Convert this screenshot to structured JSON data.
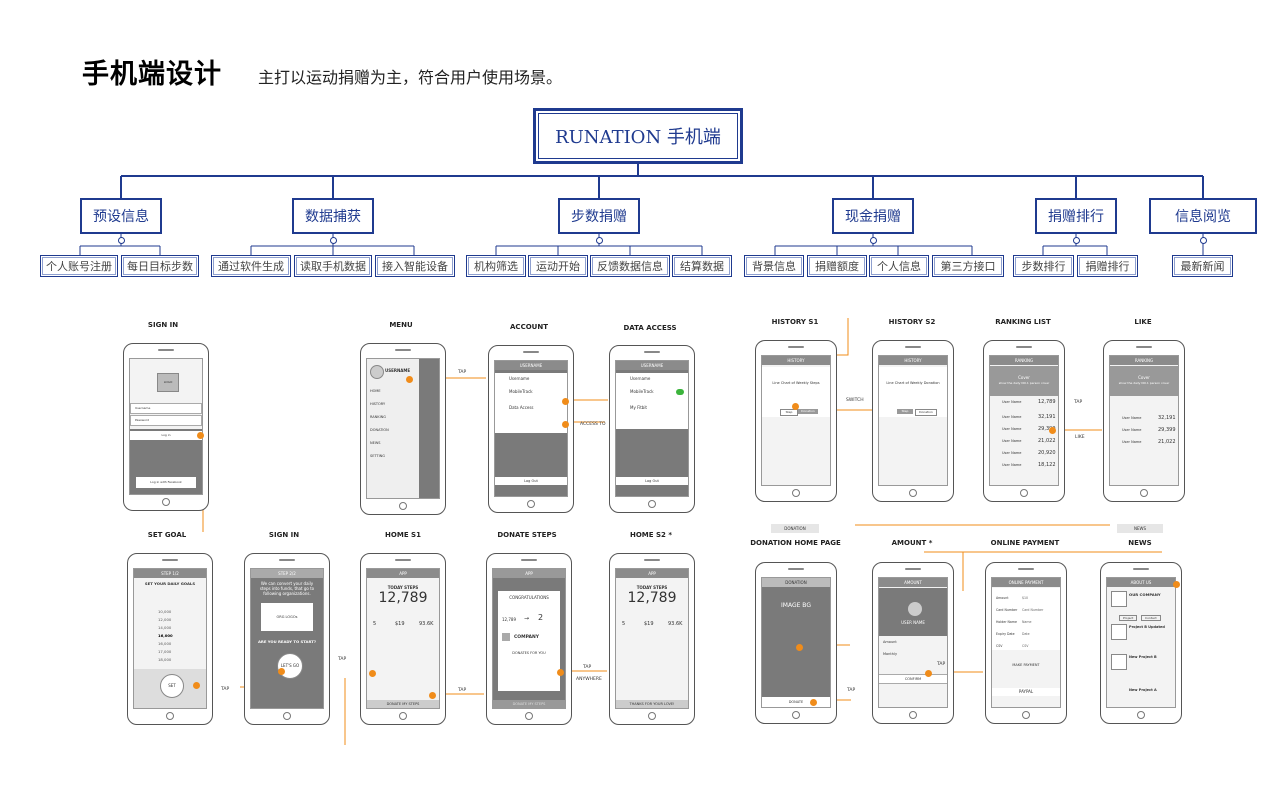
{
  "header": {
    "title": "手机端设计",
    "subtitle": "主打以运动捐赠为主，符合用户使用场景。"
  },
  "tree": {
    "root": "RUNATION 手机端",
    "groups": [
      {
        "label": "预设信息",
        "children": [
          "个人账号注册",
          "每日目标步数"
        ]
      },
      {
        "label": "数据捕获",
        "children": [
          "通过软件生成",
          "读取手机数据",
          "接入智能设备"
        ]
      },
      {
        "label": "步数捐赠",
        "children": [
          "机构筛选",
          "运动开始",
          "反馈数据信息",
          "结算数据"
        ]
      },
      {
        "label": "现金捐赠",
        "children": [
          "背景信息",
          "捐赠额度",
          "个人信息",
          "第三方接口"
        ]
      },
      {
        "label": "捐赠排行",
        "children": [
          "步数排行",
          "捐赠排行"
        ]
      },
      {
        "label": "信息阅览",
        "children": [
          "最新新闻"
        ]
      }
    ]
  },
  "screens": {
    "sign_in": "SIGN IN",
    "menu": "MENU",
    "account": "ACCOUNT",
    "data_access": "DATA ACCESS",
    "history_s1": "HISTORY S1",
    "history_s2": "HISTORY S2",
    "ranking_list": "RANKING LIST",
    "like": "LIKE",
    "set_goal": "SET GOAL",
    "sign_in_2": "SIGN IN",
    "home_s1": "HOME S1",
    "donate_steps": "DONATE STEPS",
    "home_s2": "HOME S2 *",
    "donation_home": "DONATION HOME PAGE",
    "amount": "AMOUNT *",
    "online_payment": "ONLINE PAYMENT",
    "news": "NEWS"
  },
  "screen_text": {
    "logo": "LOGO",
    "username": "Username",
    "password": "Password",
    "log_in": "Log in",
    "fb": "Log in with Facebook",
    "menu_items": [
      "HOME",
      "HISTORY",
      "RANKING",
      "DONATION",
      "NEWS",
      "SETTING"
    ],
    "menu_user": "USERNAME",
    "account_bar": "USERNAME",
    "account_rows": [
      "Username",
      "MobileTrack",
      "Data Access"
    ],
    "log_out": "Log Out",
    "data_rows": [
      "Username",
      "MobileTrack",
      "My Fitbit"
    ],
    "history": "HISTORY",
    "weekly_steps": "Line Chart of Weekly Steps",
    "weekly_donation": "Line Chart of Weekly Donation",
    "step": "Step",
    "donation": "Donation",
    "ranking": "RANKING",
    "cover": "Cover",
    "cover_sub": "show the daily NO.1 person cover",
    "rank_values": [
      "12,789",
      "32,191",
      "29,399",
      "21,022",
      "20,920",
      "18,122"
    ],
    "user_name": "User Name",
    "step_goal": "STEP 1/2",
    "set_goals": "SET YOUR DAILY GOALS",
    "goal_values": [
      "10,000",
      "12,000",
      "14,000",
      "16,000",
      "16,000",
      "17,000",
      "18,000"
    ],
    "steps": "STEPS",
    "set": "SET",
    "step_2": "STEP 2/2",
    "convert": "We can convert your daily steps into funds, that go to following organizations.",
    "org_logos": "ORG LOGOs",
    "ready": "ARE YOU READY TO START?",
    "lets_go": "LET'S GO",
    "app": "APP",
    "today_steps": "TODAY STEPS",
    "big_steps": "12,789",
    "stat_vals": [
      "5",
      "$19",
      "93.6K"
    ],
    "donate_my_steps": "DONATE MY STEPS",
    "congrats": "CONGRATULATIONS",
    "congrats_val": "12,789",
    "congrats_arrow": "→",
    "congrats_2": "2",
    "company": "COMPANY",
    "donates_for_you": "DONATES FOR YOU",
    "thanks": "THANKS FOR YOUR LOVE!",
    "image_bg": "IMAGE BG",
    "donate": "DONATE",
    "amount_bar": "AMOUNT",
    "user_name_caps": "USER NAME",
    "amount_label": "Amount",
    "monthly": "Monthly",
    "confirm": "CONFIRM",
    "online_payment_bar": "ONLINE PAYMENT",
    "pay_rows": [
      "Amount",
      "Card Number",
      "Holder Name",
      "Expiry Date",
      "CSV"
    ],
    "pay_vals": [
      "$10",
      "Card Number",
      "Name",
      "Date",
      "CSV"
    ],
    "make_payment": "MAKE PAYMENT",
    "paypal": "PAYPAL",
    "about_us": "ABOUT US",
    "our_company": "OUR COMPANY",
    "proj_b": "Project B Updated",
    "new_b": "New Project B",
    "new_a": "New Project A",
    "tab_project": "Project",
    "tab_contact": "Contact",
    "donation_tag": "DONATION",
    "news_tag": "NEWS"
  },
  "annotations": {
    "tap": "TAP",
    "access_to": "ACCESS TO",
    "switch": "SWITCH",
    "like": "LIKE",
    "anywhere": "ANYWHERE"
  },
  "colors": {
    "tree_blue": "#1f3a8f",
    "flow_orange": "#f08c1a",
    "wire_gray": "#7a7a7a"
  }
}
